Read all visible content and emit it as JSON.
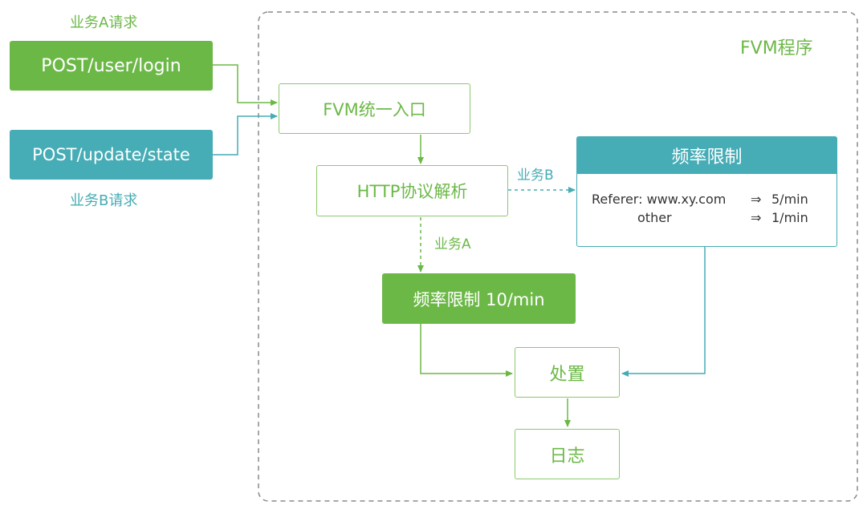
{
  "container": {
    "title": "FVM程序"
  },
  "requests": {
    "a": {
      "caption": "业务A请求",
      "endpoint": "POST/user/login"
    },
    "b": {
      "caption": "业务B请求",
      "endpoint": "POST/update/state"
    }
  },
  "nodes": {
    "entry": "FVM统一入口",
    "http_parse": "HTTP协议解析",
    "rate_limit_a": "频率限制 10/min",
    "handle": "处置",
    "log": "日志"
  },
  "edge_labels": {
    "business_b": "业务B",
    "business_a": "业务A"
  },
  "rate_limit_b": {
    "title": "频率限制",
    "rules": [
      {
        "condition": "Referer: www.xy.com",
        "arrow": "⇒",
        "limit": "5/min"
      },
      {
        "condition": "other",
        "arrow": "⇒",
        "limit": "1/min"
      }
    ]
  },
  "colors": {
    "green": "#6cb847",
    "teal": "#46acb5",
    "border_gray": "#888888"
  }
}
